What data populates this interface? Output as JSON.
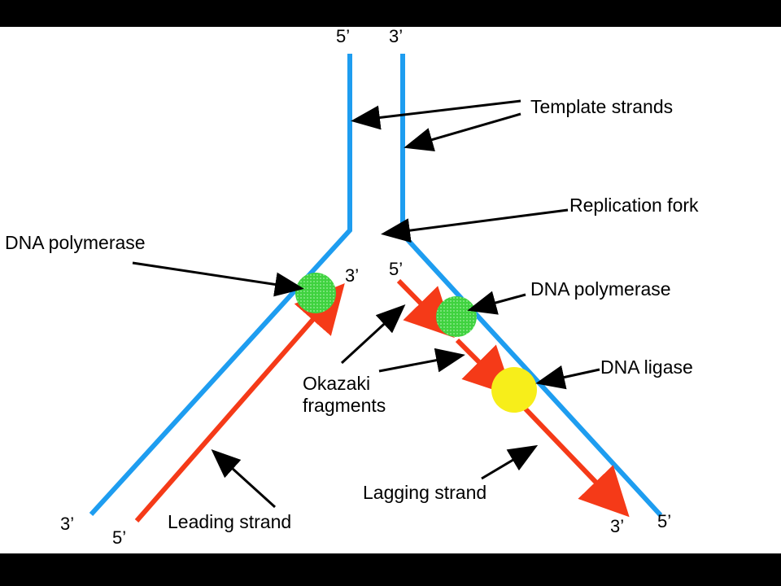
{
  "colors": {
    "template_strand": "#1e9df0",
    "new_strand": "#f53a18",
    "polymerase": "#3fd23f",
    "ligase": "#f7ee1a",
    "pointer": "#000000",
    "frame": "#000000"
  },
  "icons": {
    "polymerase": "dotted-green-circle-icon",
    "ligase": "yellow-circle-icon"
  },
  "labels": {
    "template_strands": "Template strands",
    "replication_fork": "Replication fork",
    "dna_polymerase_left": "DNA polymerase",
    "dna_polymerase_right": "DNA polymerase",
    "dna_ligase": "DNA ligase",
    "okazaki_line1": "Okazaki",
    "okazaki_line2": "fragments",
    "lagging_strand": "Lagging strand",
    "leading_strand": "Leading strand"
  },
  "ends": {
    "top_left_5": "5’",
    "top_right_3": "3’",
    "leading_3": "3’",
    "lagging_5": "5’",
    "bottom_left_3": "3’",
    "bottom_left_5": "5’",
    "bottom_right_3": "3’",
    "bottom_right_5": "5’"
  }
}
